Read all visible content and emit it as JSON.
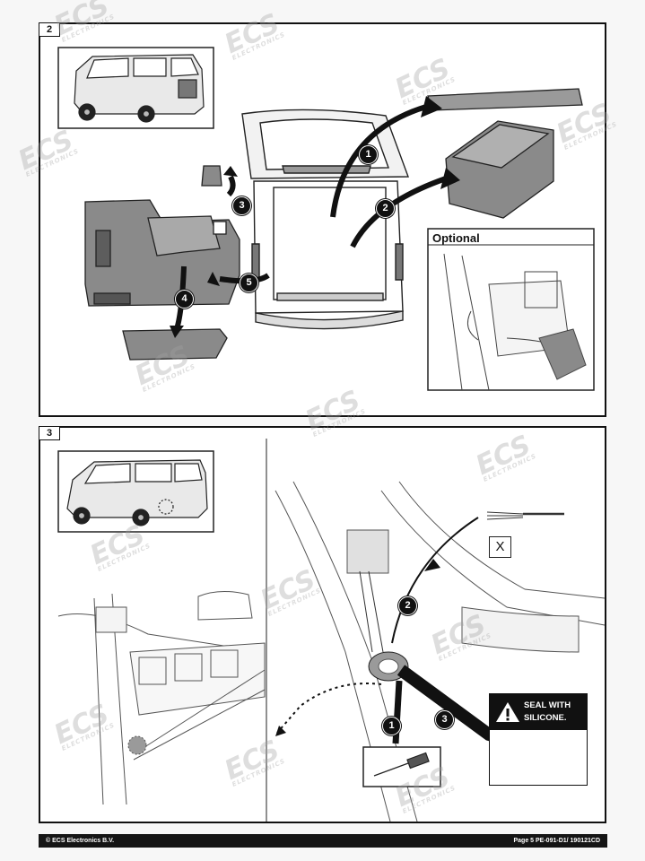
{
  "steps": {
    "step2": {
      "badge": "2",
      "optional_label": "Optional",
      "callouts": [
        "1",
        "2",
        "3",
        "4",
        "5"
      ]
    },
    "step3": {
      "badge": "3",
      "callouts": [
        "1",
        "2",
        "3"
      ],
      "x_mark": "X",
      "warning": {
        "line1": "SEAL WITH",
        "line2": "SILICONE."
      }
    }
  },
  "watermark": {
    "brand": "ECS",
    "sub": "ELECTRONICS"
  },
  "footer": {
    "left": "© ECS Electronics B.V.",
    "right": "Page 5   PE-091-D1/ 190121CD"
  },
  "colors": {
    "frame": "#111111",
    "fill_grey": "#8a8a8a",
    "light_grey": "#d4d4d4"
  }
}
